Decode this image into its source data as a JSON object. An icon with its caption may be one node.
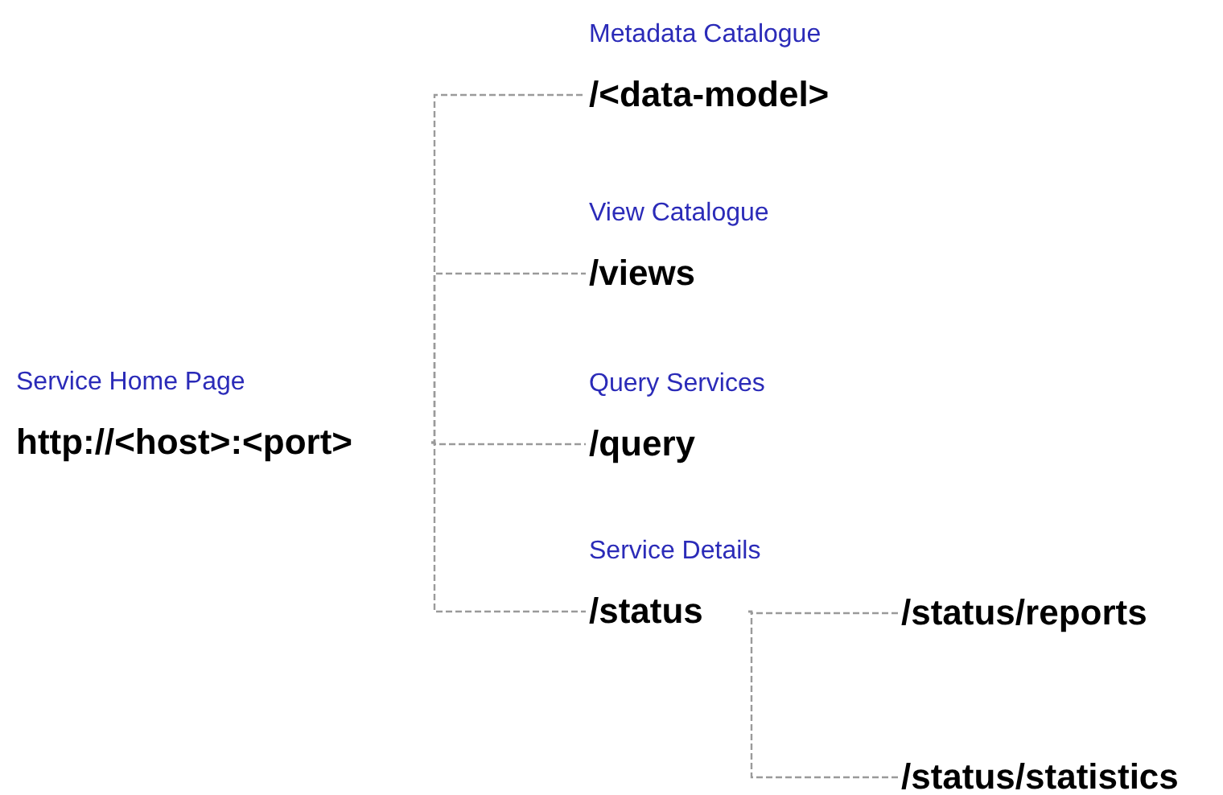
{
  "diagram": {
    "nodes": [
      {
        "text": [
          "Service Home Page",
          "http://<host>:<port>"
        ]
      },
      {
        "text": [
          "Metadata Catalogue",
          "/<data-model>"
        ]
      },
      {
        "text": [
          "View Catalogue",
          "/views"
        ]
      },
      {
        "text": [
          "Query Services",
          "/query"
        ]
      },
      {
        "text": [
          "Service Details",
          "/status"
        ]
      },
      {
        "text": [
          "/status/reports"
        ]
      },
      {
        "text": [
          "/status/statistics"
        ]
      }
    ],
    "edges": [
      {
        "from": 0,
        "to": 1,
        "arrow": "none",
        "style": "dashed"
      },
      {
        "from": 0,
        "to": 2,
        "arrow": "none",
        "style": "dashed"
      },
      {
        "from": 0,
        "to": 3,
        "arrow": "none",
        "style": "dashed"
      },
      {
        "from": 0,
        "to": 4,
        "arrow": "none",
        "style": "dashed"
      },
      {
        "from": 4,
        "to": 5,
        "arrow": "none",
        "style": "dashed"
      },
      {
        "from": 4,
        "to": 6,
        "arrow": "none",
        "style": "dashed"
      }
    ]
  }
}
